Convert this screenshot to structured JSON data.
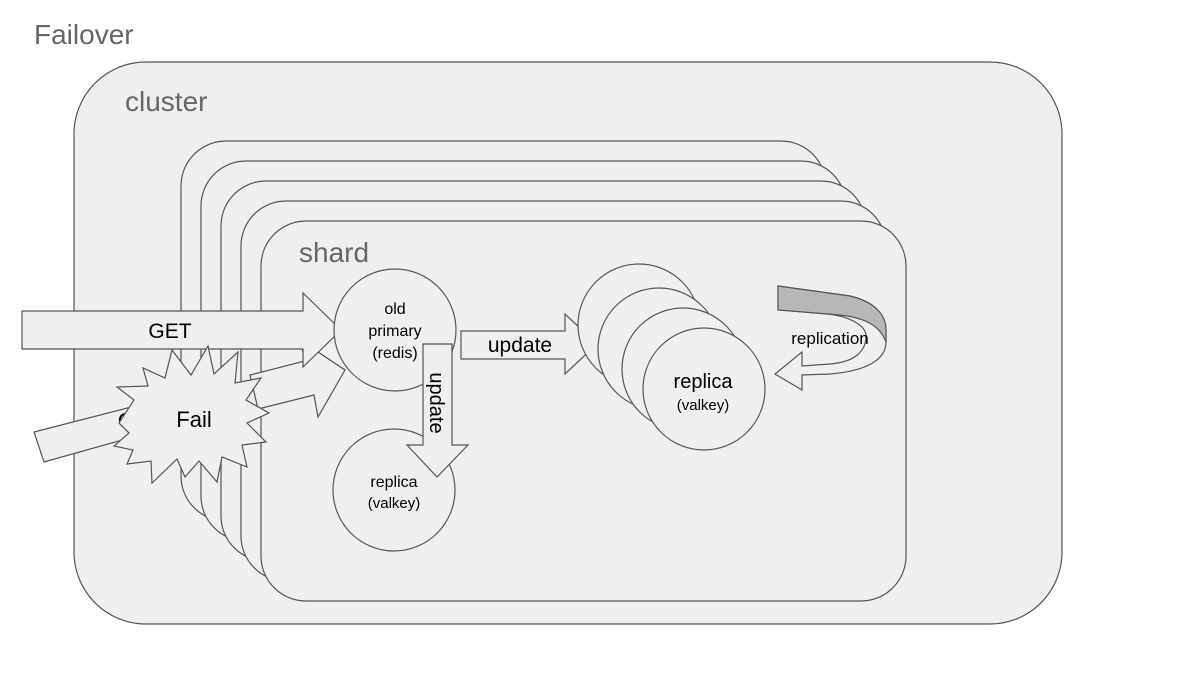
{
  "page_title": "Failover",
  "cluster": {
    "label": "cluster"
  },
  "shard": {
    "label": "shard"
  },
  "nodes": {
    "old_primary": {
      "line1": "old",
      "line2": "primary",
      "line3": "(redis)"
    },
    "replica_promoted": {
      "name": "replica",
      "engine": "(valkey)"
    },
    "replica_stack": {
      "name": "replica",
      "engine": "(valkey)"
    }
  },
  "arrows": {
    "get": "GET",
    "update_vertical": "update",
    "update_horizontal": "update",
    "replication": "replication",
    "blocked_request": "GET"
  },
  "fail": {
    "label": "Fail"
  },
  "colors": {
    "fill": "#efefef",
    "stroke": "#555555",
    "text_gray": "#666666",
    "replication_band": "#b7b7b7"
  }
}
